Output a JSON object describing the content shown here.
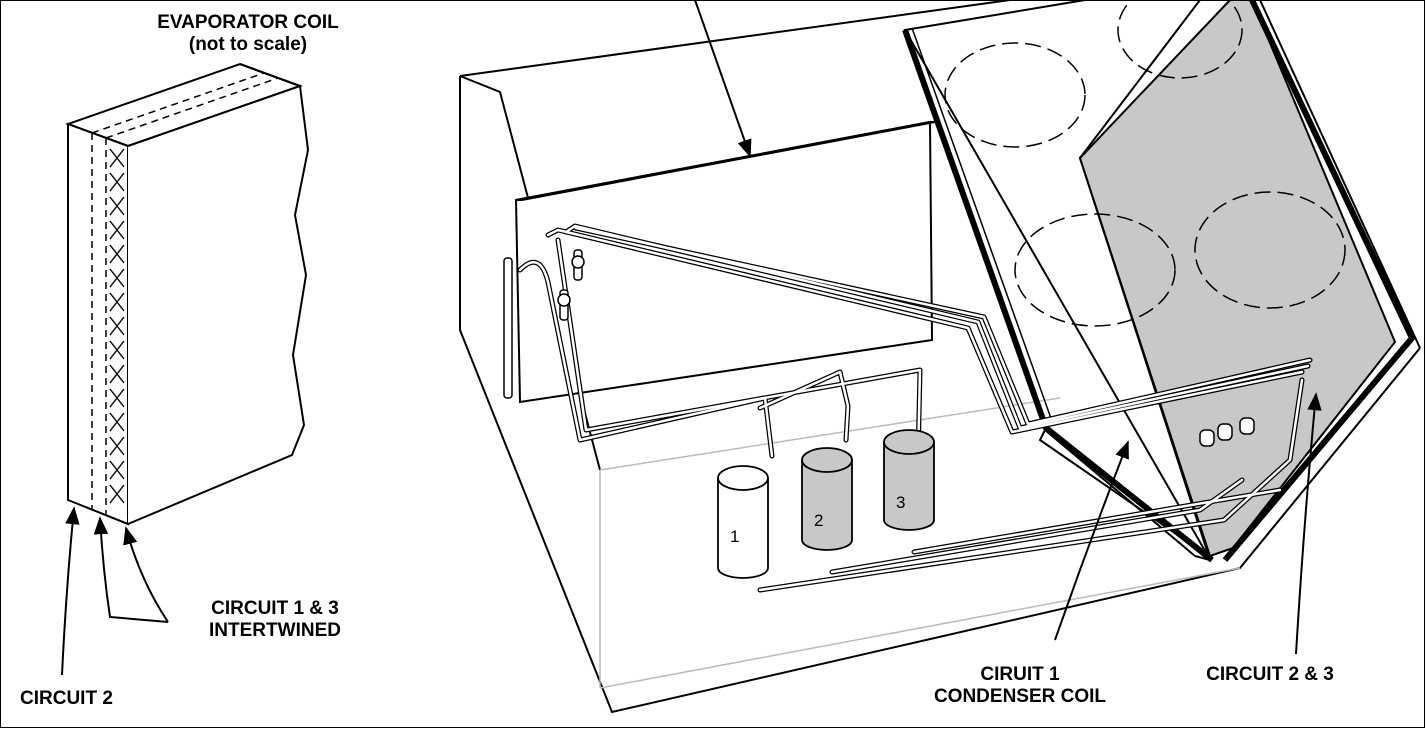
{
  "labels": {
    "evap_title": "EVAPORATOR COIL",
    "evap_scale": "(not to scale)",
    "circuit_1_3_line1": "CIRCUIT 1 & 3",
    "circuit_1_3_line2": "INTERTWINED",
    "circuit_2": "CIRCUIT 2",
    "circuit_1_line1": "CIRUIT 1",
    "circuit_1_line2": "CONDENSER COIL",
    "circuit_2_3": "CIRCUIT 2 &  3"
  },
  "compressors": [
    "1",
    "2",
    "3"
  ],
  "colors": {
    "line": "#000000",
    "shaded_coil": "#c8c8c8",
    "compressor_shaded": "#c8c8c8",
    "compressor_plain": "#ffffff",
    "hidden_edge": "#bbbbbb"
  }
}
